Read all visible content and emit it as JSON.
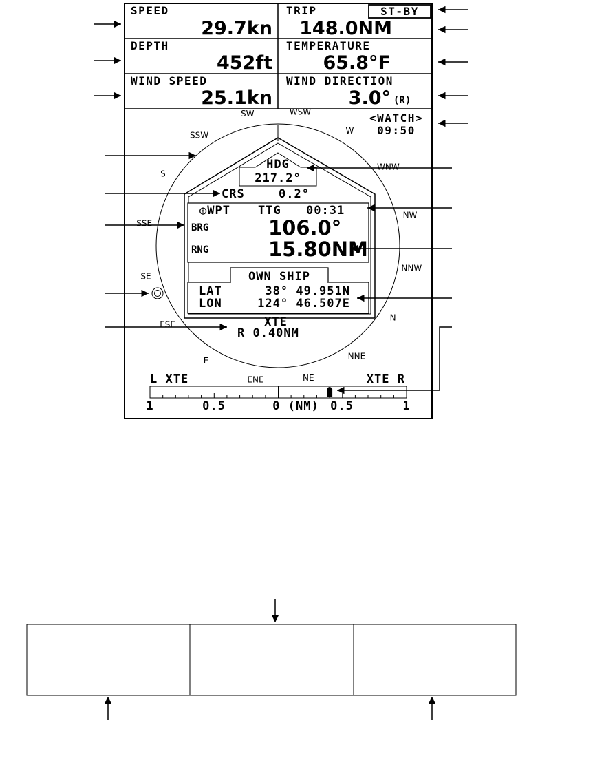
{
  "panels": {
    "speed": {
      "label": "SPEED",
      "value": "29.7kn"
    },
    "trip": {
      "label": "TRIP",
      "value": "148.0NM",
      "mode_badge": "ST-BY"
    },
    "depth": {
      "label": "DEPTH",
      "value": "452ft"
    },
    "temperature": {
      "label": "TEMPERATURE",
      "value": "65.8°F"
    },
    "wind_speed": {
      "label": "WIND SPEED",
      "value": "25.1kn"
    },
    "wind_direction": {
      "label": "WIND DIRECTION",
      "value": "3.0°",
      "suffix": "(R)"
    }
  },
  "watch": {
    "label": "<WATCH>",
    "time": "09:50"
  },
  "compass_points": [
    "S",
    "SSW",
    "SW",
    "WSW",
    "W",
    "WNW",
    "NW",
    "NNW",
    "N",
    "NNE",
    "NE",
    "ENE",
    "E",
    "ESE",
    "SE",
    "SSE"
  ],
  "heading": {
    "label": "HDG",
    "value": "217.2°"
  },
  "course": {
    "label": "CRS",
    "value": "0.2°"
  },
  "waypoint": {
    "title": "◎WPT",
    "ttg_label": "TTG",
    "ttg_value": "00:31",
    "brg_label": "BRG",
    "brg_value": "106.0°",
    "rng_label": "RNG",
    "rng_value": "15.80NM"
  },
  "own_ship": {
    "title": "OWN SHIP",
    "lat_label": "LAT",
    "lat_value": "38° 49.951N",
    "lon_label": "LON",
    "lon_value": "124° 46.507E"
  },
  "xte": {
    "label": "XTE",
    "value": "R  0.40NM"
  },
  "xte_bar": {
    "left_label": "L XTE",
    "right_label": "XTE R",
    "scale_labels": [
      "1",
      "0.5",
      "0 (NM)",
      "0.5",
      "1"
    ],
    "current_offset_nm": 0.4,
    "max_nm": 1
  }
}
